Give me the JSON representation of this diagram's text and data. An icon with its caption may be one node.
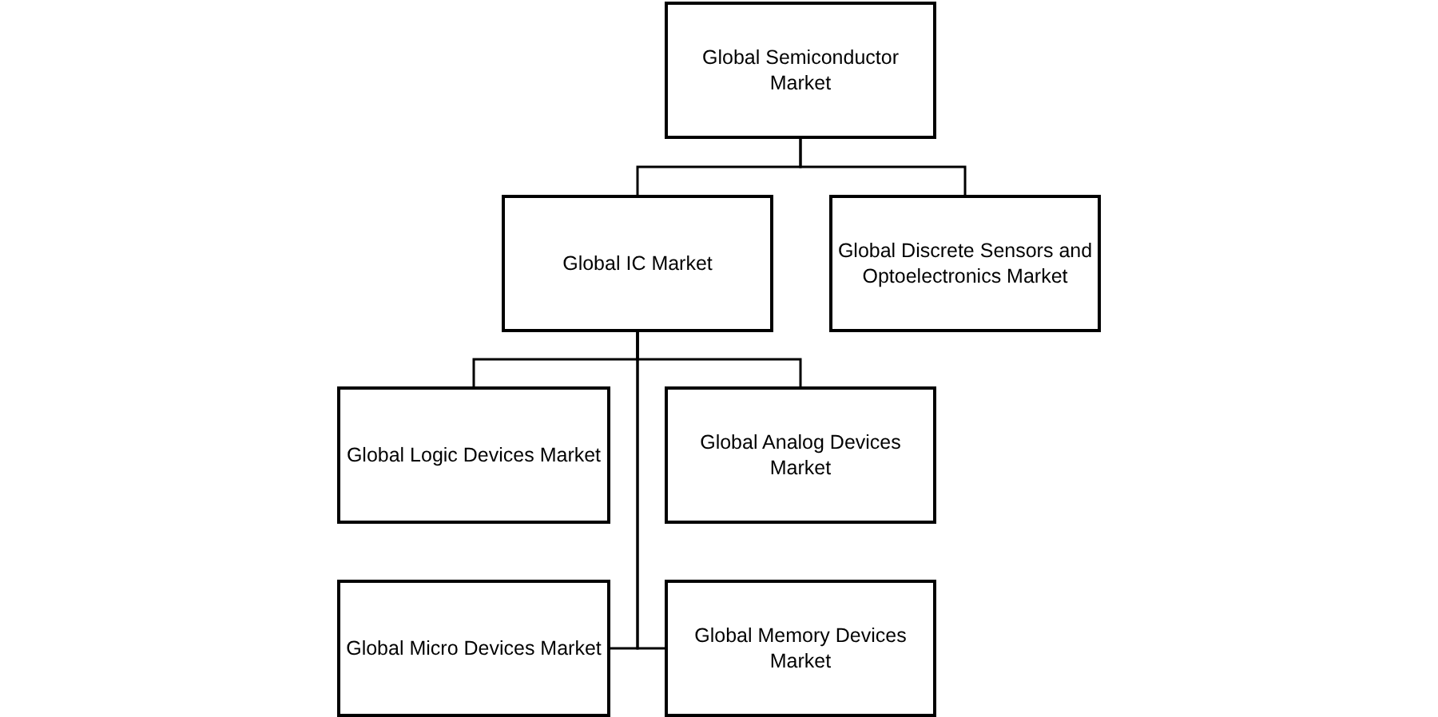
{
  "diagram": {
    "nodes": [
      {
        "text": [
          "Global Semiconductor Market"
        ]
      },
      {
        "text": [
          "Global IC Market"
        ]
      },
      {
        "text": [
          "Global Discrete Sensors and Optoelectronics Market"
        ]
      },
      {
        "text": [
          "Global Logic Devices Market"
        ]
      },
      {
        "text": [
          "Global Analog Devices Market"
        ]
      },
      {
        "text": [
          "Global Micro Devices Market"
        ]
      },
      {
        "text": [
          "Global Memory Devices Market"
        ]
      }
    ],
    "edges": [
      {
        "from": 0,
        "to": 1,
        "arrow": "none"
      },
      {
        "from": 0,
        "to": 2,
        "arrow": "none"
      },
      {
        "from": 1,
        "to": 3,
        "arrow": "none"
      },
      {
        "from": 1,
        "to": 4,
        "arrow": "none"
      },
      {
        "from": 1,
        "to": 5,
        "arrow": "none"
      },
      {
        "from": 1,
        "to": 6,
        "arrow": "none"
      }
    ]
  }
}
